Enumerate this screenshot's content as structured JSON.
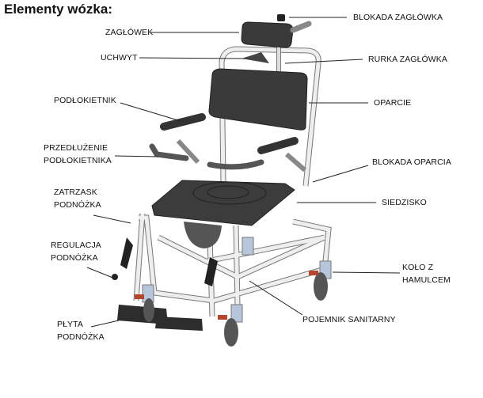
{
  "title": "Elementy wózka:",
  "labels": {
    "zaglowek": "ZAGŁÓWEK",
    "blokada_zaglowka": "BLOKADA ZAGŁÓWKA",
    "uchwyt": "UCHWYT",
    "rurka_zaglowka": "RURKA ZAGŁÓWKA",
    "podlokietnik": "PODŁOKIETNIK",
    "oparcie": "OPARCIE",
    "przedluzenie_1": "PRZEDŁUŻENIE",
    "przedluzenie_2": "PODŁOKIETNIKA",
    "blokada_oparcia": "BLOKADA OPARCIA",
    "zatrzask_1": "ZATRZASK",
    "zatrzask_2": "PODNÓŻKA",
    "siedzisko": "SIEDZISKO",
    "regulacja_1": "REGULACJA",
    "regulacja_2": "PODNÓŻKA",
    "kolo_1": "KOŁO Z",
    "kolo_2": "HAMULCEM",
    "pojemnik": "POJEMNIK SANITARNY",
    "plyta_1": "PŁYTA",
    "plyta_2": "PODNÓŻKA"
  },
  "colors": {
    "dark_part": "#3a3a3a",
    "frame": "#e6e6e6",
    "brake": "#b5452e",
    "caster": "#b8c6dc"
  }
}
